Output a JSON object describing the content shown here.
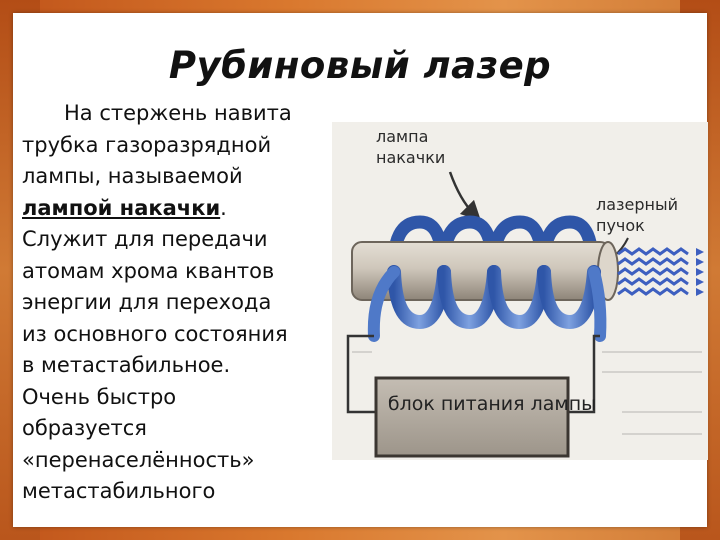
{
  "slide": {
    "title": "Рубиновый лазер",
    "body": {
      "line1": "На стержень навита",
      "line2": "трубка газоразрядной",
      "line3": "лампы, называемой",
      "emphasis": "лампой накачки",
      "after_emphasis": ".",
      "line5": "Служит для передачи",
      "line6": "атомам хрома квантов",
      "line7": "энергии для перехода",
      "line8": "из основного состояния",
      "line9": "в метастабильное.",
      "line10": "Очень быстро",
      "line11": "образуется",
      "line12": "«перенаселённость»",
      "line13": "метастабильного"
    },
    "diagram": {
      "label_lamp": "лампа накачки",
      "label_beam": "лазерный пучок",
      "label_psu": "блок питания лампы"
    }
  },
  "colors": {
    "frame": "#d9782e",
    "coil": "#4f79c8",
    "rod": "#c9c2b6",
    "beam": "#3d5fc0"
  }
}
